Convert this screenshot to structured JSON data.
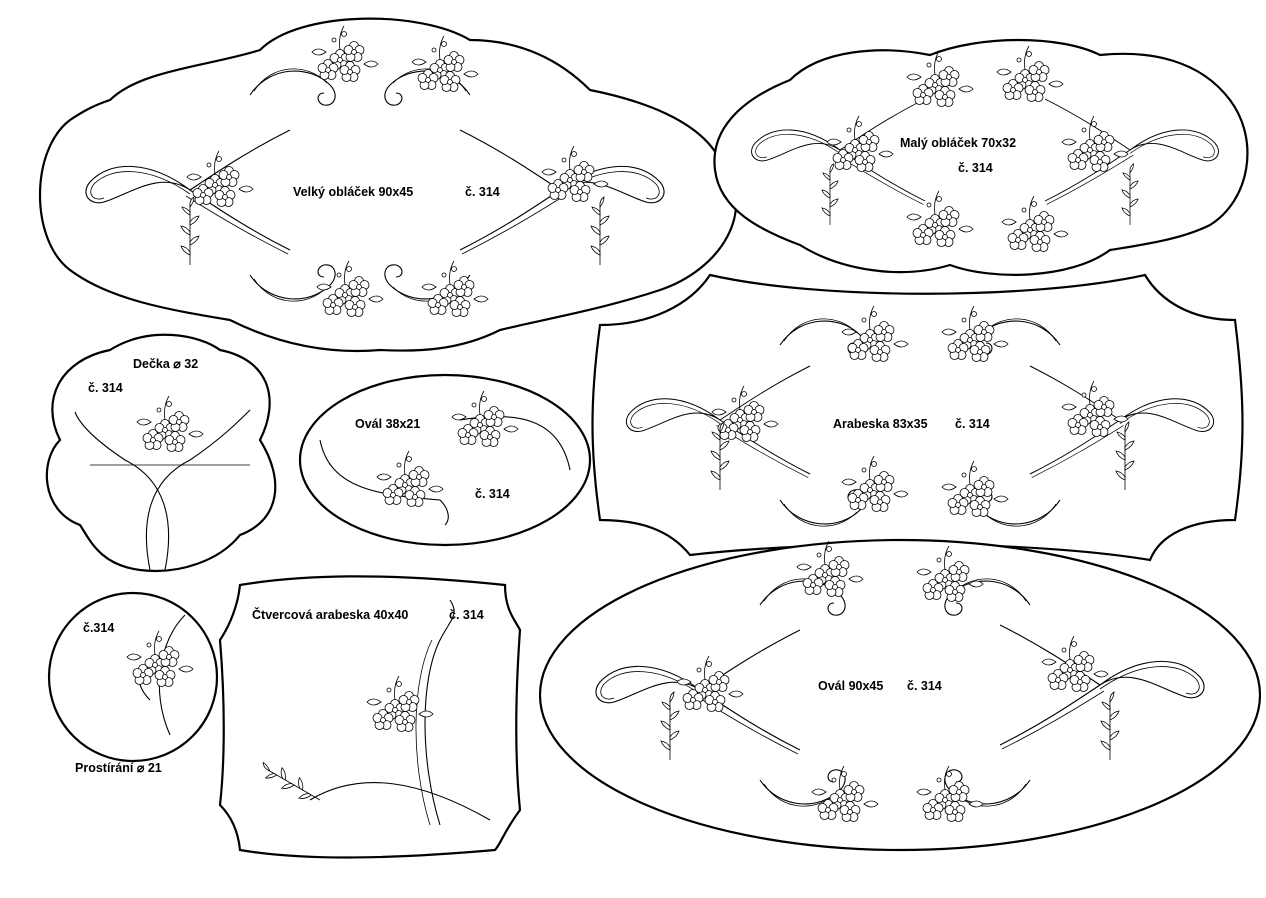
{
  "pieces": {
    "velky": {
      "name": "Velký obláček 90x45",
      "num": "č. 314"
    },
    "maly": {
      "name": "Malý obláček 70x32",
      "num": "č. 314"
    },
    "arabeska": {
      "name": "Arabeska 83x35",
      "num": "č. 314"
    },
    "decka": {
      "name": "Dečka ⌀ 32",
      "num": "č. 314"
    },
    "oval_small": {
      "name": "Ovál 38x21",
      "num": "č. 314"
    },
    "prostirani": {
      "name": "Prostírání ⌀ 21",
      "num": "č.314"
    },
    "ctvercova": {
      "name": "Čtvercová arabeska 40x40",
      "num": "č. 314"
    },
    "oval_large": {
      "name": "Ovál 90x45",
      "num": "č. 314"
    }
  }
}
